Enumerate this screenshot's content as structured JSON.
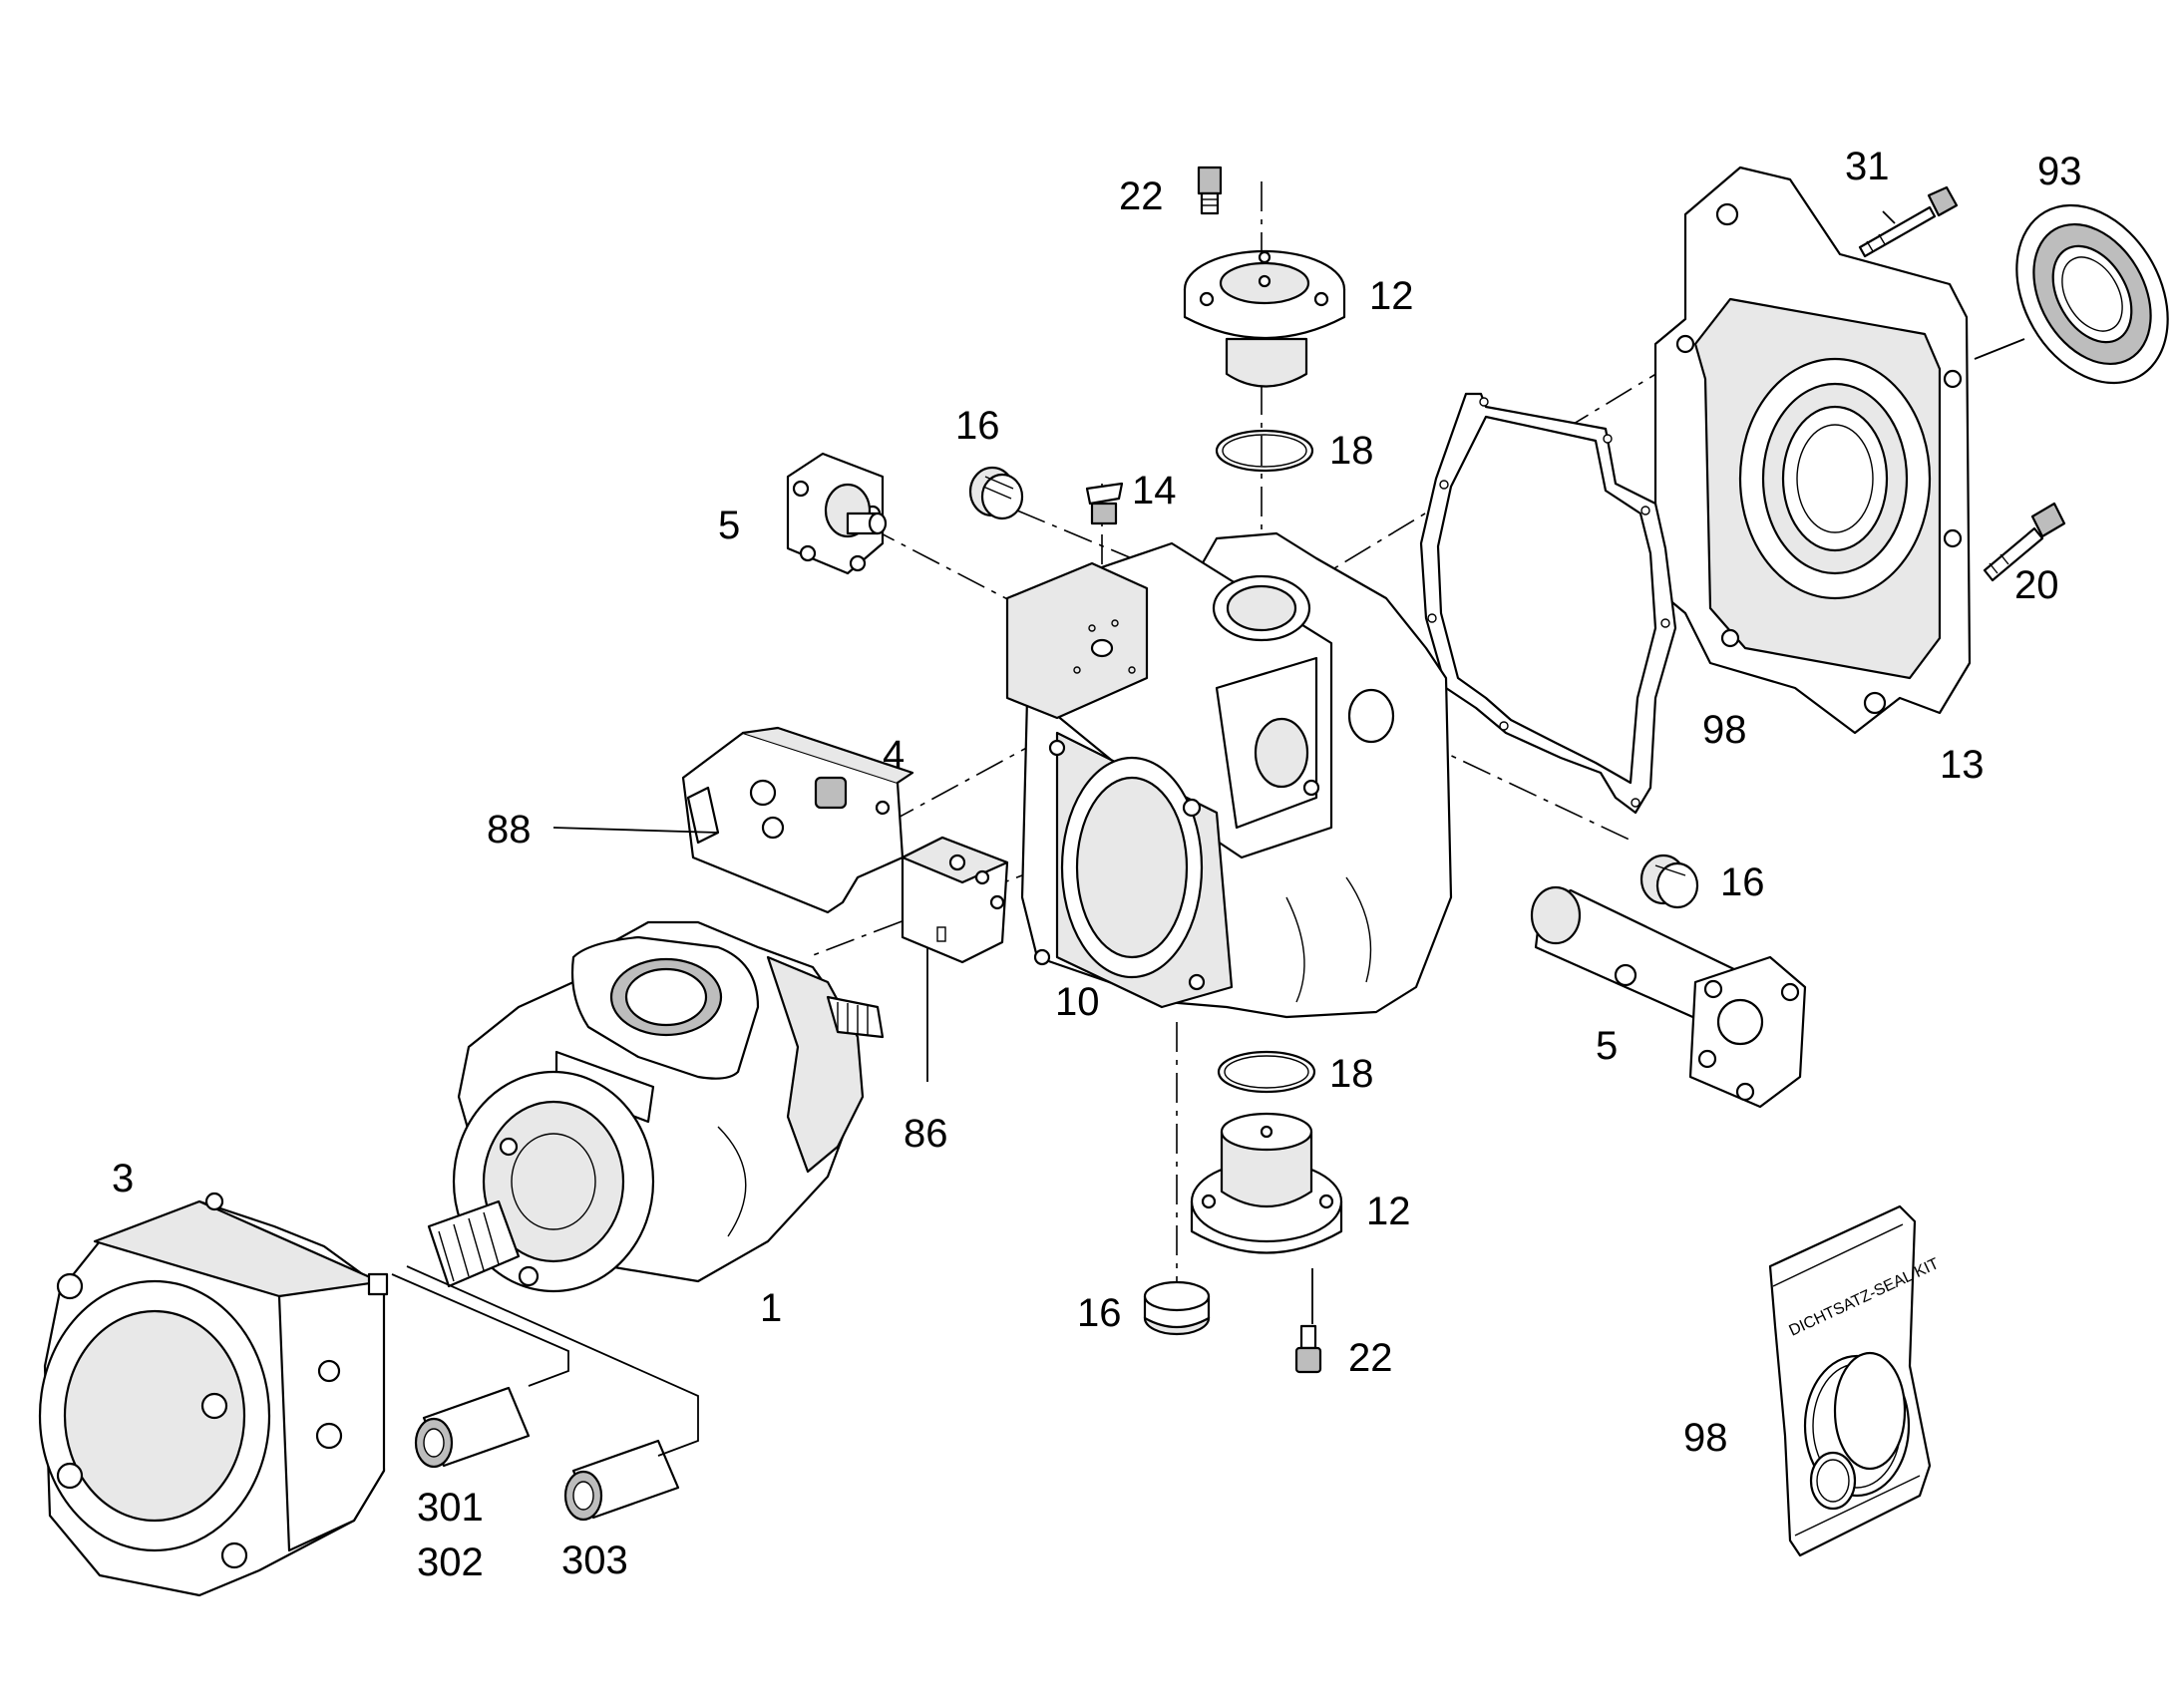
{
  "diagram": {
    "callouts": {
      "c22_top": "22",
      "c12_top": "12",
      "c31": "31",
      "c93": "93",
      "c16_top": "16",
      "c14": "14",
      "c18_top": "18",
      "c5_left": "5",
      "c20": "20",
      "c98_gasket": "98",
      "c13": "13",
      "c4": "4",
      "c88": "88",
      "c16_right": "16",
      "c10": "10",
      "c5_right": "5",
      "c18_bottom": "18",
      "c86": "86",
      "c3": "3",
      "c12_bottom": "12",
      "c1": "1",
      "c16_bottom": "16",
      "c22_bottom": "22",
      "c98_kit": "98",
      "c301": "301",
      "c302": "302",
      "c303": "303"
    },
    "seal_kit_label": "DICHTSATZ-SEAL KIT"
  }
}
